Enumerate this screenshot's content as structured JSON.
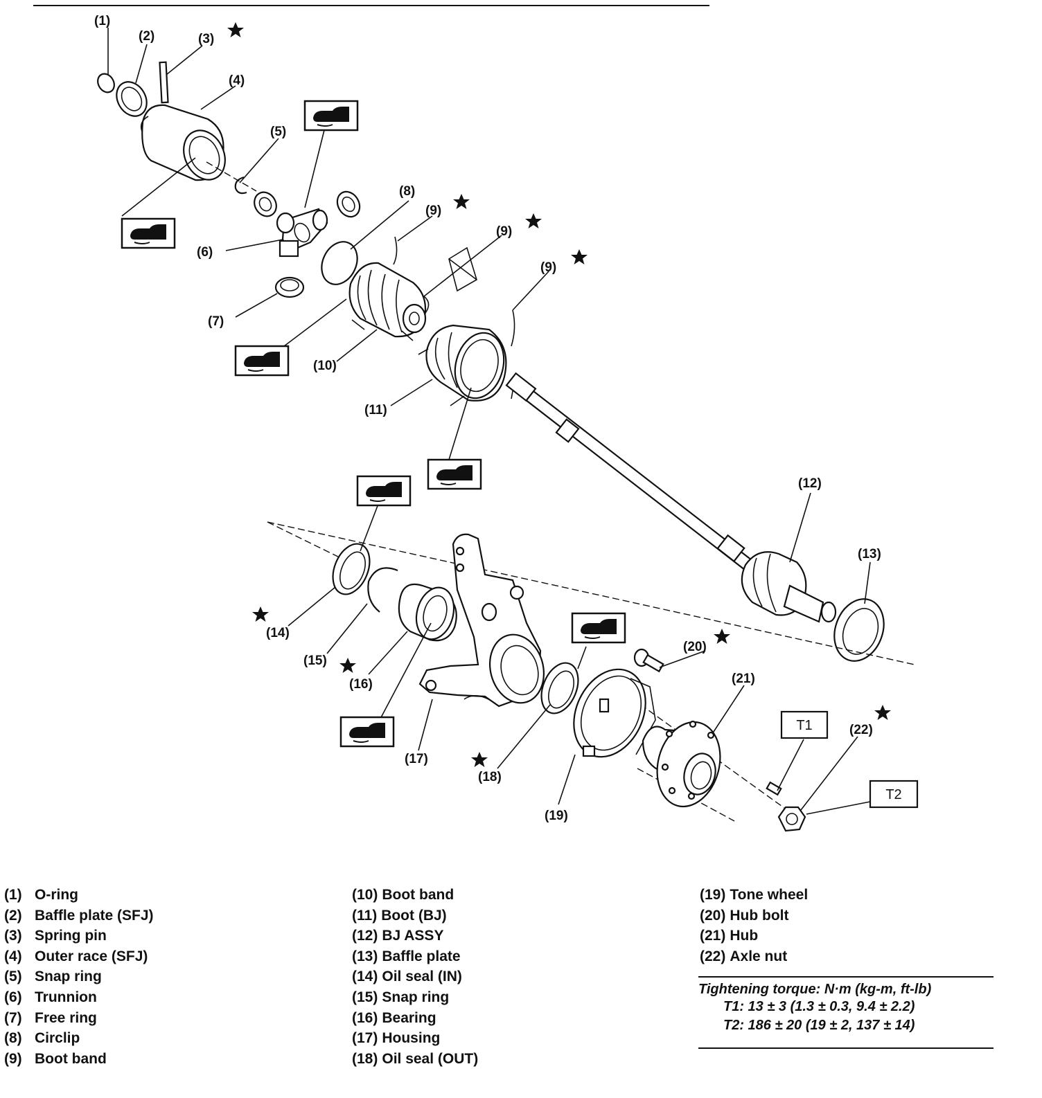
{
  "callouts": {
    "c1": "(1)",
    "c2": "(2)",
    "c3": "(3)",
    "c4": "(4)",
    "c5": "(5)",
    "c6": "(6)",
    "c7": "(7)",
    "c8": "(8)",
    "c9": "(9)",
    "c10": "(10)",
    "c11": "(11)",
    "c12": "(12)",
    "c13": "(13)",
    "c14": "(14)",
    "c15": "(15)",
    "c16": "(16)",
    "c17": "(17)",
    "c18": "(18)",
    "c19": "(19)",
    "c20": "(20)",
    "c21": "(21)",
    "c22": "(22)",
    "t1": "T1",
    "t2": "T2"
  },
  "symbols": {
    "star": "replace-part-star-icon",
    "grease": "apply-grease-icon"
  },
  "legend": [
    [
      {
        "num": "(1)",
        "name": "O-ring"
      },
      {
        "num": "(2)",
        "name": "Baffle plate (SFJ)"
      },
      {
        "num": "(3)",
        "name": "Spring pin"
      },
      {
        "num": "(4)",
        "name": "Outer race (SFJ)"
      },
      {
        "num": "(5)",
        "name": "Snap ring"
      },
      {
        "num": "(6)",
        "name": "Trunnion"
      },
      {
        "num": "(7)",
        "name": "Free ring"
      },
      {
        "num": "(8)",
        "name": "Circlip"
      },
      {
        "num": "(9)",
        "name": "Boot band"
      }
    ],
    [
      {
        "num": "(10)",
        "name": "Boot band"
      },
      {
        "num": "(11)",
        "name": "Boot (BJ)"
      },
      {
        "num": "(12)",
        "name": "BJ ASSY"
      },
      {
        "num": "(13)",
        "name": "Baffle plate"
      },
      {
        "num": "(14)",
        "name": "Oil seal (IN)"
      },
      {
        "num": "(15)",
        "name": "Snap ring"
      },
      {
        "num": "(16)",
        "name": "Bearing"
      },
      {
        "num": "(17)",
        "name": "Housing"
      },
      {
        "num": "(18)",
        "name": "Oil seal (OUT)"
      }
    ],
    [
      {
        "num": "(19)",
        "name": "Tone wheel"
      },
      {
        "num": "(20)",
        "name": "Hub bolt"
      },
      {
        "num": "(21)",
        "name": "Hub"
      },
      {
        "num": "(22)",
        "name": "Axle nut"
      }
    ]
  ],
  "torque": {
    "title": "Tightening torque: N·m (kg-m, ft-lb)",
    "t1": "T1: 13 ± 3 (1.3 ± 0.3, 9.4 ± 2.2)",
    "t2": "T2: 186 ± 20 (19 ± 2, 137 ± 14)"
  }
}
